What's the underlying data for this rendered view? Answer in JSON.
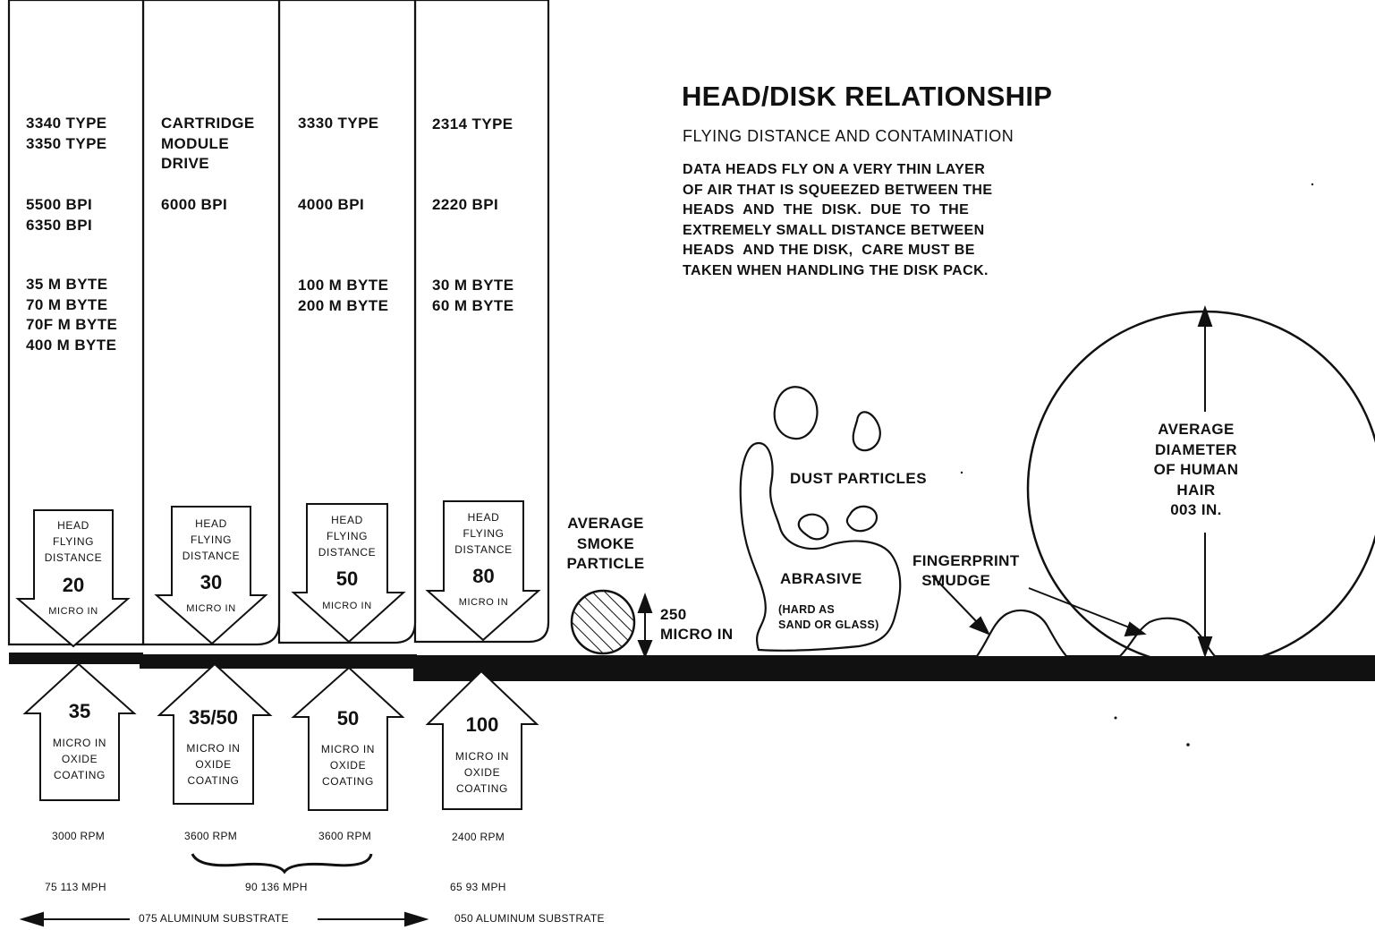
{
  "title": "HEAD/DISK RELATIONSHIP",
  "subtitle": "FLYING DISTANCE AND CONTAMINATION",
  "description": "DATA HEADS FLY ON A VERY THIN LAYER\nOF AIR THAT IS SQUEEZED BETWEEN THE\nHEADS  AND  THE  DISK.  DUE  TO  THE\nEXTREMELY SMALL DISTANCE BETWEEN\nHEADS  AND THE DISK,  CARE MUST BE\nTAKEN WHEN HANDLING THE DISK PACK.",
  "columns": [
    {
      "type": "3340 TYPE\n3350 TYPE",
      "bpi": "5500 BPI\n6350 BPI",
      "capacity": "35 M BYTE\n70 M BYTE\n70F M BYTE\n400 M BYTE",
      "flying_label": "HEAD\nFLYING\nDISTANCE",
      "flying_value": "20",
      "flying_unit": "MICRO IN",
      "coating_value": "35",
      "coating_label": "MICRO IN\nOXIDE\nCOATING",
      "rpm": "3000 RPM"
    },
    {
      "type": "CARTRIDGE\nMODULE\nDRIVE",
      "bpi": "6000 BPI",
      "capacity": "",
      "flying_label": "HEAD\nFLYING\nDISTANCE",
      "flying_value": "30",
      "flying_unit": "MICRO IN",
      "coating_value": "35/50",
      "coating_label": "MICRO IN\nOXIDE\nCOATING",
      "rpm": "3600 RPM"
    },
    {
      "type": "3330 TYPE",
      "bpi": "4000 BPI",
      "capacity": "100 M BYTE\n200 M BYTE",
      "flying_label": "HEAD\nFLYING\nDISTANCE",
      "flying_value": "50",
      "flying_unit": "MICRO IN",
      "coating_value": "50",
      "coating_label": "MICRO IN\nOXIDE\nCOATING",
      "rpm": "3600 RPM"
    },
    {
      "type": "2314 TYPE",
      "bpi": "2220 BPI",
      "capacity": "30 M BYTE\n60 M BYTE",
      "flying_label": "HEAD\nFLYING\nDISTANCE",
      "flying_value": "80",
      "flying_unit": "MICRO IN",
      "coating_value": "100",
      "coating_label": "MICRO IN\nOXIDE\nCOATING",
      "rpm": "2400 RPM"
    }
  ],
  "speeds": {
    "col1": "75 113 MPH",
    "col23": "90 136 MPH",
    "col4": "65 93 MPH"
  },
  "substrates": {
    "left": "075 ALUMINUM SUBSTRATE",
    "right": "050 ALUMINUM SUBSTRATE"
  },
  "contaminants": {
    "smoke": "AVERAGE\nSMOKE\nPARTICLE",
    "smoke_size": "250\nMICRO IN",
    "dust": "DUST PARTICLES",
    "abrasive": "ABRASIVE",
    "abrasive_note": "(HARD AS\nSAND OR GLASS)",
    "fingerprint": "FINGERPRINT\n  SMUDGE",
    "hair": "AVERAGE\nDIAMETER\nOF HUMAN\nHAIR\n003 IN."
  }
}
